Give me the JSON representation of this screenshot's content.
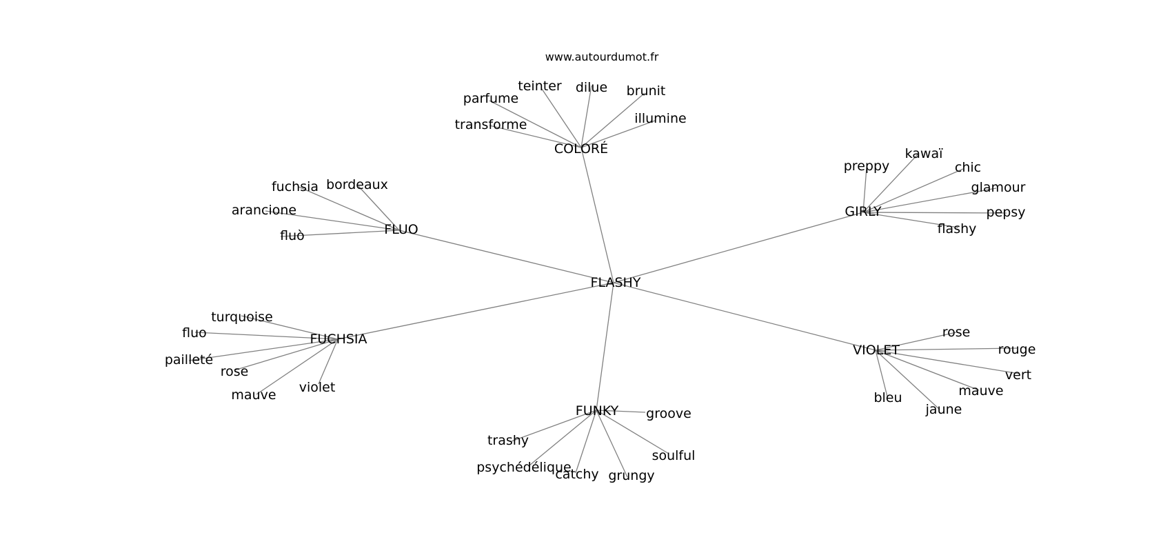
{
  "watermark": "www.autourdumot.fr",
  "center": "FLASHY",
  "groups": [
    {
      "hub": "COLORÉ",
      "leaves": [
        "teinter",
        "dilue",
        "brunit",
        "parfume",
        "illumine",
        "transforme"
      ]
    },
    {
      "hub": "FLUO",
      "leaves": [
        "fuchsia",
        "bordeaux",
        "arancione",
        "fluò"
      ]
    },
    {
      "hub": "GIRLY",
      "leaves": [
        "preppy",
        "kawaï",
        "chic",
        "glamour",
        "pepsy",
        "flashy"
      ]
    },
    {
      "hub": "FUCHSIA",
      "leaves": [
        "turquoise",
        "fluo",
        "pailleté",
        "rose",
        "mauve",
        "violet"
      ]
    },
    {
      "hub": "VIOLET",
      "leaves": [
        "rose",
        "rouge",
        "vert",
        "mauve",
        "jaune",
        "bleu"
      ]
    },
    {
      "hub": "FUNKY",
      "leaves": [
        "groove",
        "trashy",
        "soulful",
        "psychédélique",
        "catchy",
        "grungy"
      ]
    }
  ],
  "colors": {
    "edge": "#808080",
    "text": "#000000",
    "background": "#ffffff"
  }
}
